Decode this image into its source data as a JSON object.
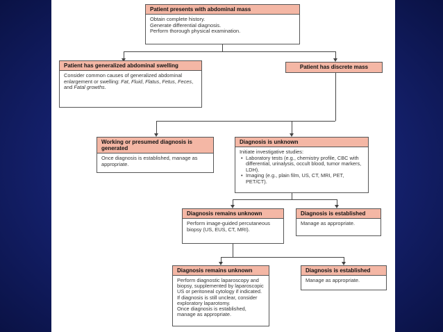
{
  "top": {
    "title": "Patient presents with abdominal mass",
    "lines": "Obtain complete history.\nGenerate differential diagnosis.\nPerform thorough physical examination."
  },
  "generalized": {
    "title": "Patient has generalized abdominal swelling",
    "text": "Consider common causes of generalized abdominal enlargement or swelling:",
    "causes": [
      "Fat",
      "Fluid",
      "Flatus",
      "Fetus",
      "Feces",
      "Fatal growths"
    ]
  },
  "discrete": {
    "title": "Patient has discrete mass"
  },
  "working": {
    "title": "Working or presumed diagnosis is generated",
    "text": "Once diagnosis is established, manage as appropriate."
  },
  "unknown": {
    "title": "Diagnosis is unknown",
    "intro": "Initiate investigative studies:",
    "bullets": [
      "Laboratory tests (e.g., chemistry profile, CBC with differential, urinalysis, occult blood, tumor markers, LDH).",
      "Imaging (e.g., plain film, US, CT, MRI, PET, PET/CT)."
    ]
  },
  "remains1": {
    "title": "Diagnosis remains unknown",
    "text": "Perform image-guided percutaneous biopsy (US, EUS, CT, MRI)."
  },
  "established1": {
    "title": "Diagnosis is established",
    "text": "Manage as appropriate."
  },
  "remains2": {
    "title": "Diagnosis remains unknown",
    "text": "Perform diagnostic laparoscopy and biopsy, supplemented by laparoscopic US or peritoneal cytology if indicated. If diagnosis is still unclear, consider exploratory laparotomy.\nOnce diagnosis is established, manage as appropriate."
  },
  "established2": {
    "title": "Diagnosis is established",
    "text": "Manage as appropriate."
  }
}
